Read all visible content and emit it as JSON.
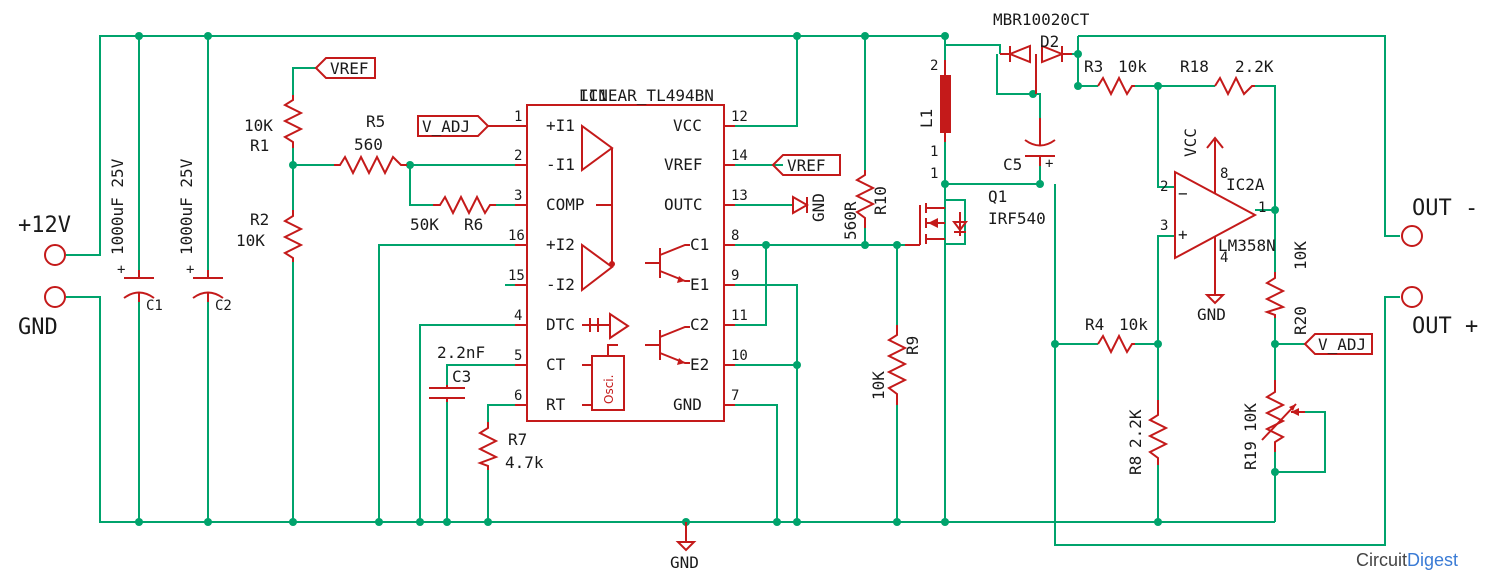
{
  "connectors": {
    "plus12v": "+12V",
    "gnd": "GND",
    "out_minus": "OUT -",
    "out_plus": "OUT +"
  },
  "capacitors": {
    "c1": {
      "name": "C1",
      "value": "1000uF 25V"
    },
    "c2": {
      "name": "C2",
      "value": "1000uF 25V"
    },
    "c3": {
      "name": "C3",
      "value": "2.2nF"
    },
    "c5": {
      "name": "C5"
    }
  },
  "resistors": {
    "r1": {
      "name": "R1",
      "value": "10K"
    },
    "r2": {
      "name": "R2",
      "value": "10K"
    },
    "r5": {
      "name": "R5",
      "value": "560"
    },
    "r6": {
      "name": "R6",
      "value": "50K"
    },
    "r7": {
      "name": "R7",
      "value": "4.7k"
    },
    "r9": {
      "name": "R9",
      "value": "10K"
    },
    "r10": {
      "name": "R10",
      "value": "560R"
    },
    "r3": {
      "name": "R3",
      "value": "10k"
    },
    "r18": {
      "name": "R18",
      "value": "2.2K"
    },
    "r4": {
      "name": "R4",
      "value": "10k"
    },
    "r8": {
      "name": "R8",
      "value": "2.2K"
    },
    "r20": {
      "name": "R20",
      "value": "10K"
    },
    "r19": {
      "name": "R19",
      "value": "10K"
    }
  },
  "nets": {
    "vref": "VREF",
    "v_adj": "V_ADJ",
    "vcc": "VCC",
    "gnd": "GND"
  },
  "ic1": {
    "name": "IC1",
    "part": "LINEAR_TL494BN",
    "osc": "Osci.",
    "left_pins": [
      {
        "num": "1",
        "label": "+I1"
      },
      {
        "num": "2",
        "label": "-I1"
      },
      {
        "num": "3",
        "label": "COMP"
      },
      {
        "num": "16",
        "label": "+I2"
      },
      {
        "num": "15",
        "label": "-I2"
      },
      {
        "num": "4",
        "label": "DTC"
      },
      {
        "num": "5",
        "label": "CT"
      },
      {
        "num": "6",
        "label": "RT"
      }
    ],
    "right_pins": [
      {
        "num": "12",
        "label": "VCC"
      },
      {
        "num": "14",
        "label": "VREF"
      },
      {
        "num": "13",
        "label": "OUTC"
      },
      {
        "num": "8",
        "label": "C1"
      },
      {
        "num": "9",
        "label": "E1"
      },
      {
        "num": "11",
        "label": "C2"
      },
      {
        "num": "10",
        "label": "E2"
      },
      {
        "num": "7",
        "label": "GND"
      }
    ]
  },
  "inductor": {
    "name": "L1",
    "pin1": "1",
    "pin2": "2",
    "pin1b": "1"
  },
  "diode": {
    "name": "D2",
    "part": "MBR10020CT"
  },
  "mosfet": {
    "name": "Q1",
    "part": "IRF540"
  },
  "opamp": {
    "name": "IC2A",
    "part": "LM358N",
    "pin_minus": "2",
    "pin_plus": "3",
    "pin_out": "1",
    "pin_vcc": "8",
    "pin_gnd": "4"
  },
  "brand": {
    "circuit": "Circuit",
    "digest": "Digest"
  }
}
